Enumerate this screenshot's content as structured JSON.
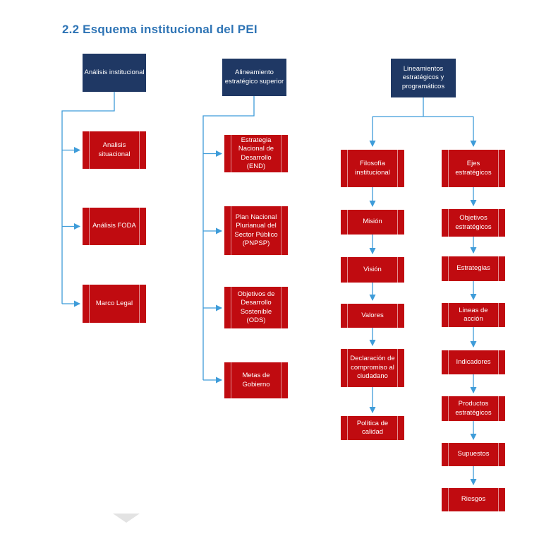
{
  "page": {
    "title": "2.2 Esquema institucional del PEI"
  },
  "colors": {
    "title_text": "#2E74B5",
    "header_box_bg": "#1F3864",
    "node_box_bg": "#C00B10",
    "box_text": "#FFFFFF",
    "connector_blue": "#3E9CD9",
    "scroll_hint_gray": "#E3E3E3"
  },
  "diagram": {
    "columns": [
      {
        "header": "Análisis institucional",
        "nodes": [
          "Analisis situacional",
          "Análisis FODA",
          "Marco Legal"
        ]
      },
      {
        "header": "Alineamiento estratégico superior",
        "nodes": [
          "Estrategia Nacional de Desarrollo (END)",
          "Plan Nacional Plurianual del Sector Público (PNPSP)",
          "Objetivos de Desarrollo Sostenible (ODS)",
          "Metas de Gobierno"
        ]
      },
      {
        "header": "Lineamientos estratégicos y programáticos",
        "branches": [
          [
            "Filosofía institucional",
            "Misión",
            "Visión",
            "Valores",
            "Declaración de compromiso al ciudadano",
            "Política de calidad"
          ],
          [
            "Ejes estratégicos",
            "Objetivos estratégicos",
            "Estrategias",
            "Lineas de acción",
            "Indicadores",
            "Productos estratégicos",
            "Supuestos",
            "Riesgos"
          ]
        ]
      }
    ]
  }
}
